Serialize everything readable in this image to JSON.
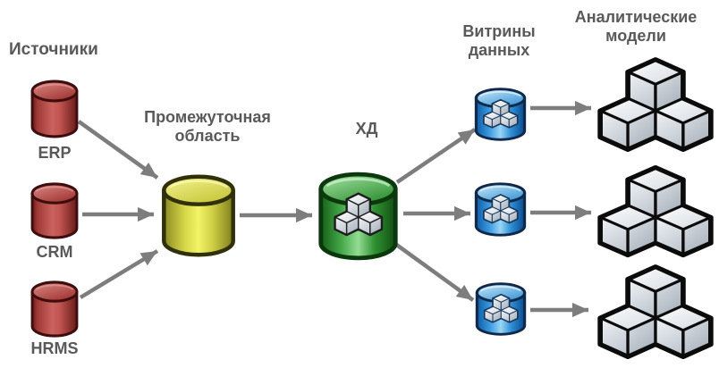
{
  "headings": {
    "sources": "Источники",
    "staging": "Промежуточная область",
    "dwh": "ХД",
    "marts": "Витрины данных",
    "models": "Аналитические модели"
  },
  "sources": {
    "items": [
      {
        "label": "ERP",
        "icon": "red-database-cylinder"
      },
      {
        "label": "CRM",
        "icon": "red-database-cylinder"
      },
      {
        "label": "HRMS",
        "icon": "red-database-cylinder"
      }
    ]
  },
  "nodes": {
    "staging": {
      "title": "Промежуточная область",
      "icon": "yellow-database-cylinder"
    },
    "dwh": {
      "title": "ХД",
      "icon": "green-database-cylinder-with-cubes"
    },
    "marts": {
      "title": "Витрины данных",
      "count": 3,
      "icon": "blue-database-cylinder-with-cubes"
    },
    "models": {
      "title": "Аналитические модели",
      "count": 3,
      "icon": "cube-cluster"
    }
  },
  "edges": [
    {
      "from": "ERP",
      "to": "Промежуточная область"
    },
    {
      "from": "CRM",
      "to": "Промежуточная область"
    },
    {
      "from": "HRMS",
      "to": "Промежуточная область"
    },
    {
      "from": "Промежуточная область",
      "to": "ХД"
    },
    {
      "from": "ХД",
      "to": "Витрина данных 1"
    },
    {
      "from": "ХД",
      "to": "Витрина данных 2"
    },
    {
      "from": "ХД",
      "to": "Витрина данных 3"
    },
    {
      "from": "Витрина данных 1",
      "to": "Аналитическая модель 1"
    },
    {
      "from": "Витрина данных 2",
      "to": "Аналитическая модель 2"
    },
    {
      "from": "Витрина данных 3",
      "to": "Аналитическая модель 3"
    }
  ],
  "colors": {
    "background": "#FFFFFF",
    "text": "#595959",
    "arrow": "#7D7D7D",
    "source-red": "#C0504D",
    "staging-yellow": "#EFEF5A",
    "dwh-green": "#46A94A",
    "mart-blue": "#3D9BE0",
    "cube-face": "#E6EAEE"
  }
}
